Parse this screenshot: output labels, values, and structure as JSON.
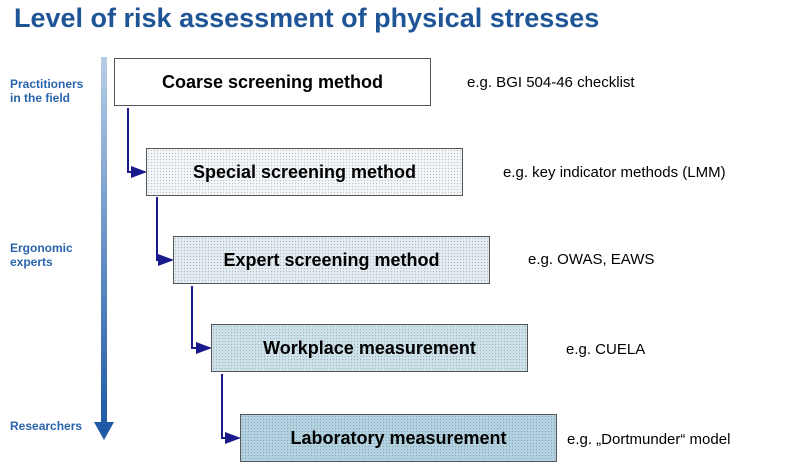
{
  "title": "Level of risk assessment of physical stresses",
  "side_labels": [
    "Practitioners in the field",
    "Ergonomic experts",
    "Researchers"
  ],
  "methods": [
    {
      "label": "Coarse screening method",
      "example": "e.g. BGI 504-46 checklist",
      "fill": "#ffffff"
    },
    {
      "label": "Special screening method",
      "example": "e.g. key indicator methods  (LMM)",
      "fill": "#f2f6f9"
    },
    {
      "label": "Expert screening method",
      "example": "e.g. OWAS, EAWS",
      "fill": "#e2ecf1"
    },
    {
      "label": "Workplace measurement",
      "example": "e.g. CUELA",
      "fill": "#cde1ea"
    },
    {
      "label": "Laboratory measurement",
      "example": "e.g. „Dortmunder“ model",
      "fill": "#b3d2e1"
    }
  ],
  "colors": {
    "title": "#1f5597",
    "connector": "#1a1a8c"
  }
}
